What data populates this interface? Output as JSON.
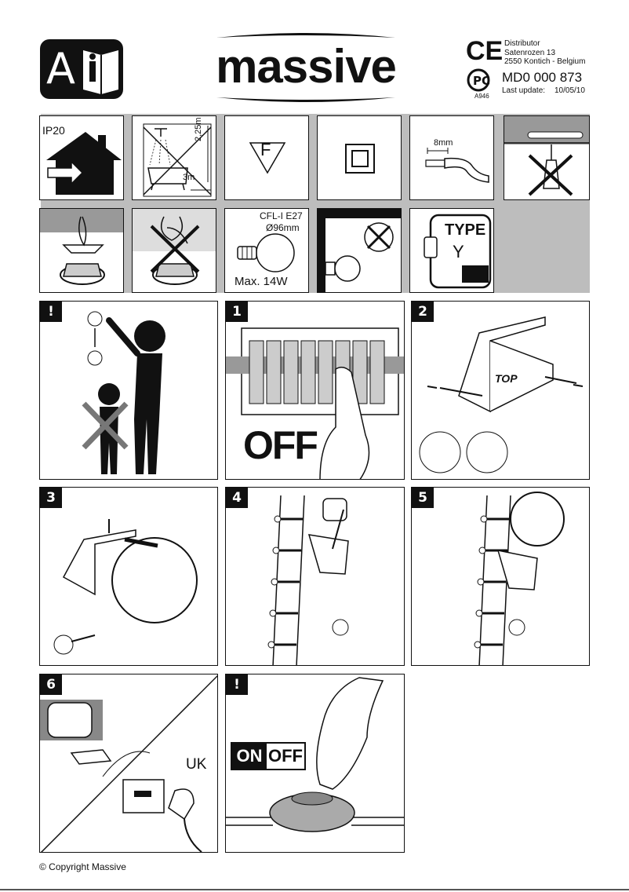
{
  "header": {
    "lang_code": "A",
    "brand": "massive",
    "distributor": {
      "line1": "Distributor",
      "line2": "Satenrozen 13",
      "line3": "2550 Kontich - Belgium"
    },
    "model": "MD0 000 873",
    "last_update_label": "Last update:",
    "last_update_date": "10/05/10",
    "cert_code": "A946"
  },
  "symbols": {
    "ip_rating": "IP20",
    "bath_height": "2,25m",
    "bath_distance": "3m",
    "f_mark": "F",
    "strip_length": "8mm",
    "bulb_type": "CFL-I  E27",
    "bulb_diameter": "Ø96mm",
    "bulb_max": "Max. 14W",
    "type_label": "TYPE",
    "type_value": "Y"
  },
  "steps": [
    {
      "label": "!"
    },
    {
      "label": "1",
      "text": "OFF"
    },
    {
      "label": "2",
      "text": "TOP"
    },
    {
      "label": "3"
    },
    {
      "label": "4"
    },
    {
      "label": "5"
    },
    {
      "label": "6",
      "text": "UK"
    },
    {
      "label": "!",
      "on": "ON",
      "off": "OFF"
    }
  ],
  "footer": {
    "copyright": "© Copyright Massive"
  }
}
